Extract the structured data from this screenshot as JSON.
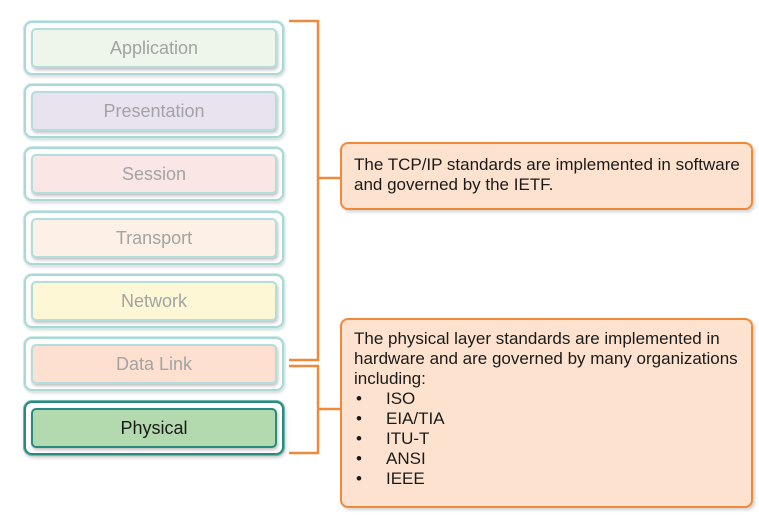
{
  "layers": [
    {
      "name": "Application",
      "fill": "#eef5ea"
    },
    {
      "name": "Presentation",
      "fill": "#e9e3ef"
    },
    {
      "name": "Session",
      "fill": "#fbe6e6"
    },
    {
      "name": "Transport",
      "fill": "#fdf1e7"
    },
    {
      "name": "Network",
      "fill": "#fdf7d6"
    },
    {
      "name": "Data Link",
      "fill": "#fde0d0"
    },
    {
      "name": "Physical",
      "fill": "#b3d9ae"
    }
  ],
  "callouts": {
    "tcpip": {
      "text": "The TCP/IP standards are implemented in software and governed by the IETF."
    },
    "physical": {
      "text": "The physical layer standards are implemented in hardware and are governed by many organizations including:",
      "items": [
        "ISO",
        "EIA/TIA",
        "ITU-T",
        "ANSI",
        "IEEE"
      ]
    }
  },
  "colors": {
    "bracket": "#ef8a3a",
    "callout_fill": "#fde3cf",
    "layer_border": "#a9d8d6",
    "physical_border": "#2b8a7f"
  }
}
